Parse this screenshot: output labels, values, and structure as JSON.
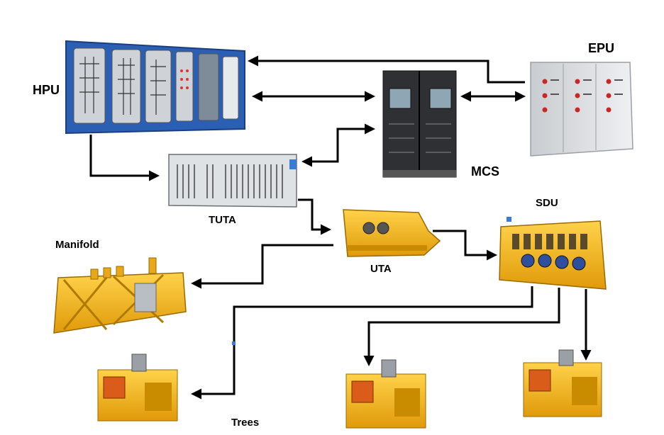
{
  "labels": {
    "hpu": "HPU",
    "epu": "EPU",
    "mcs": "MCS",
    "tuta": "TUTA",
    "sdu": "SDU",
    "manifold": "Manifold",
    "uta": "UTA",
    "trees": "Trees"
  },
  "colors": {
    "hpu_frame": "#2a5fb3",
    "cabinet_grey": "#d9dcdf",
    "mcs_dark": "#2b2b2e",
    "subsea_yellow": "#f2b319",
    "connector": "#000000"
  }
}
